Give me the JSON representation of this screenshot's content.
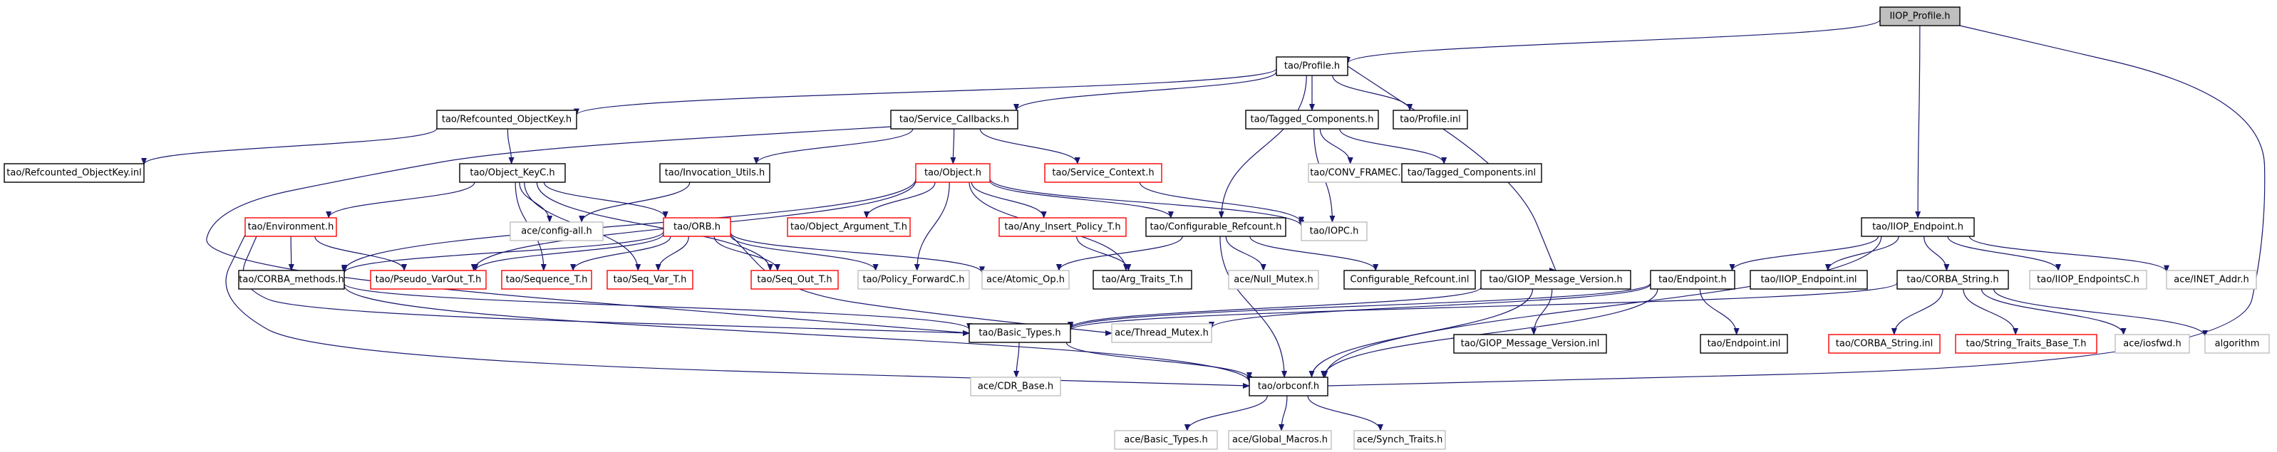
{
  "colors": {
    "background": "#ffffff",
    "edge": "#191970",
    "text_normal": "#000000",
    "border_normal": "#000000",
    "border_truncated": "#ff0000",
    "border_leaf": "#bfbfbf",
    "fill_root": "#bfbfbf",
    "fill_default": "#ffffff"
  },
  "nodes": [
    {
      "id": "n_iiop_profile",
      "label": "IIOP_Profile.h",
      "kind": "root"
    },
    {
      "id": "n_profile",
      "label": "tao/Profile.h",
      "kind": "normal"
    },
    {
      "id": "n_refcounted_objkey",
      "label": "tao/Refcounted_ObjectKey.h",
      "kind": "normal"
    },
    {
      "id": "n_service_callbacks",
      "label": "tao/Service_Callbacks.h",
      "kind": "normal"
    },
    {
      "id": "n_tagged_components",
      "label": "tao/Tagged_Components.h",
      "kind": "normal"
    },
    {
      "id": "n_profile_inl",
      "label": "tao/Profile.inl",
      "kind": "normal"
    },
    {
      "id": "n_refcounted_objkey_inl",
      "label": "tao/Refcounted_ObjectKey.inl",
      "kind": "normal"
    },
    {
      "id": "n_object_keyc",
      "label": "tao/Object_KeyC.h",
      "kind": "normal"
    },
    {
      "id": "n_invocation_utils",
      "label": "tao/Invocation_Utils.h",
      "kind": "normal"
    },
    {
      "id": "n_object",
      "label": "tao/Object.h",
      "kind": "truncated"
    },
    {
      "id": "n_service_context",
      "label": "tao/Service_Context.h",
      "kind": "truncated"
    },
    {
      "id": "n_conv_framec",
      "label": "tao/CONV_FRAMEC.h",
      "kind": "leaf"
    },
    {
      "id": "n_tagged_components_inl",
      "label": "tao/Tagged_Components.inl",
      "kind": "normal"
    },
    {
      "id": "n_environment",
      "label": "tao/Environment.h",
      "kind": "truncated"
    },
    {
      "id": "n_config_all",
      "label": "ace/config-all.h",
      "kind": "leaf"
    },
    {
      "id": "n_orb",
      "label": "tao/ORB.h",
      "kind": "truncated"
    },
    {
      "id": "n_object_argument",
      "label": "tao/Object_Argument_T.h",
      "kind": "truncated"
    },
    {
      "id": "n_any_insert",
      "label": "tao/Any_Insert_Policy_T.h",
      "kind": "truncated"
    },
    {
      "id": "n_configurable_refcount",
      "label": "tao/Configurable_Refcount.h",
      "kind": "normal"
    },
    {
      "id": "n_iopc",
      "label": "tao/IOPC.h",
      "kind": "leaf"
    },
    {
      "id": "n_corba_methods",
      "label": "tao/CORBA_methods.h",
      "kind": "normal"
    },
    {
      "id": "n_pseudo_varout",
      "label": "tao/Pseudo_VarOut_T.h",
      "kind": "truncated"
    },
    {
      "id": "n_sequence",
      "label": "tao/Sequence_T.h",
      "kind": "truncated"
    },
    {
      "id": "n_seq_var",
      "label": "tao/Seq_Var_T.h",
      "kind": "truncated"
    },
    {
      "id": "n_seq_out",
      "label": "tao/Seq_Out_T.h",
      "kind": "truncated"
    },
    {
      "id": "n_policy_forwardc",
      "label": "tao/Policy_ForwardC.h",
      "kind": "leaf"
    },
    {
      "id": "n_atomic_op",
      "label": "ace/Atomic_Op.h",
      "kind": "leaf"
    },
    {
      "id": "n_arg_traits",
      "label": "tao/Arg_Traits_T.h",
      "kind": "normal"
    },
    {
      "id": "n_null_mutex",
      "label": "ace/Null_Mutex.h",
      "kind": "leaf"
    },
    {
      "id": "n_configurable_refcount_inl",
      "label": "Configurable_Refcount.inl",
      "kind": "normal"
    },
    {
      "id": "n_giop_msg_version",
      "label": "tao/GIOP_Message_Version.h",
      "kind": "normal"
    },
    {
      "id": "n_iiop_endpoint",
      "label": "tao/IIOP_Endpoint.h",
      "kind": "normal"
    },
    {
      "id": "n_endpoint",
      "label": "tao/Endpoint.h",
      "kind": "normal"
    },
    {
      "id": "n_iiop_endpoint_inl",
      "label": "tao/IIOP_Endpoint.inl",
      "kind": "normal"
    },
    {
      "id": "n_corba_string",
      "label": "tao/CORBA_String.h",
      "kind": "normal"
    },
    {
      "id": "n_iiop_endpointsc",
      "label": "tao/IIOP_EndpointsC.h",
      "kind": "leaf"
    },
    {
      "id": "n_inet_addr",
      "label": "ace/INET_Addr.h",
      "kind": "leaf"
    },
    {
      "id": "n_basic_types",
      "label": "tao/Basic_Types.h",
      "kind": "normal"
    },
    {
      "id": "n_thread_mutex",
      "label": "ace/Thread_Mutex.h",
      "kind": "leaf"
    },
    {
      "id": "n_giop_msg_version_inl",
      "label": "tao/GIOP_Message_Version.inl",
      "kind": "normal"
    },
    {
      "id": "n_endpoint_inl",
      "label": "tao/Endpoint.inl",
      "kind": "normal"
    },
    {
      "id": "n_corba_string_inl",
      "label": "tao/CORBA_String.inl",
      "kind": "truncated"
    },
    {
      "id": "n_string_traits",
      "label": "tao/String_Traits_Base_T.h",
      "kind": "truncated"
    },
    {
      "id": "n_iosfwd",
      "label": "ace/iosfwd.h",
      "kind": "leaf"
    },
    {
      "id": "n_algorithm",
      "label": "algorithm",
      "kind": "leaf"
    },
    {
      "id": "n_cdr_base",
      "label": "ace/CDR_Base.h",
      "kind": "leaf"
    },
    {
      "id": "n_orbconf",
      "label": "tao/orbconf.h",
      "kind": "normal"
    },
    {
      "id": "n_ace_basic_types",
      "label": "ace/Basic_Types.h",
      "kind": "leaf"
    },
    {
      "id": "n_global_macros",
      "label": "ace/Global_Macros.h",
      "kind": "leaf"
    },
    {
      "id": "n_synch_traits",
      "label": "ace/Synch_Traits.h",
      "kind": "leaf"
    }
  ],
  "edges": [
    [
      "n_iiop_profile",
      "n_profile"
    ],
    [
      "n_iiop_profile",
      "n_iiop_endpoint"
    ],
    [
      "n_iiop_profile",
      "n_orbconf"
    ],
    [
      "n_profile",
      "n_refcounted_objkey"
    ],
    [
      "n_profile",
      "n_service_callbacks"
    ],
    [
      "n_profile",
      "n_tagged_components"
    ],
    [
      "n_profile",
      "n_profile_inl"
    ],
    [
      "n_profile",
      "n_configurable_refcount"
    ],
    [
      "n_profile",
      "n_giop_msg_version"
    ],
    [
      "n_refcounted_objkey",
      "n_refcounted_objkey_inl"
    ],
    [
      "n_refcounted_objkey",
      "n_object_keyc"
    ],
    [
      "n_service_callbacks",
      "n_object"
    ],
    [
      "n_service_callbacks",
      "n_invocation_utils"
    ],
    [
      "n_service_callbacks",
      "n_service_context"
    ],
    [
      "n_service_callbacks",
      "n_basic_types"
    ],
    [
      "n_tagged_components",
      "n_conv_framec"
    ],
    [
      "n_tagged_components",
      "n_iopc"
    ],
    [
      "n_tagged_components",
      "n_tagged_components_inl"
    ],
    [
      "n_object_keyc",
      "n_environment"
    ],
    [
      "n_object_keyc",
      "n_config_all"
    ],
    [
      "n_object_keyc",
      "n_orb"
    ],
    [
      "n_object_keyc",
      "n_sequence"
    ],
    [
      "n_object_keyc",
      "n_seq_var"
    ],
    [
      "n_object_keyc",
      "n_seq_out"
    ],
    [
      "n_invocation_utils",
      "n_config_all"
    ],
    [
      "n_object",
      "n_object_argument"
    ],
    [
      "n_object",
      "n_any_insert"
    ],
    [
      "n_object",
      "n_configurable_refcount"
    ],
    [
      "n_object",
      "n_iopc"
    ],
    [
      "n_object",
      "n_corba_methods"
    ],
    [
      "n_object",
      "n_pseudo_varout"
    ],
    [
      "n_object",
      "n_policy_forwardc"
    ],
    [
      "n_object",
      "n_arg_traits"
    ],
    [
      "n_service_context",
      "n_iopc"
    ],
    [
      "n_environment",
      "n_corba_methods"
    ],
    [
      "n_environment",
      "n_pseudo_varout"
    ],
    [
      "n_environment",
      "n_basic_types"
    ],
    [
      "n_environment",
      "n_orbconf"
    ],
    [
      "n_orb",
      "n_corba_methods"
    ],
    [
      "n_orb",
      "n_pseudo_varout"
    ],
    [
      "n_orb",
      "n_sequence"
    ],
    [
      "n_orb",
      "n_seq_var"
    ],
    [
      "n_orb",
      "n_seq_out"
    ],
    [
      "n_orb",
      "n_policy_forwardc"
    ],
    [
      "n_orb",
      "n_atomic_op"
    ],
    [
      "n_orb",
      "n_thread_mutex"
    ],
    [
      "n_any_insert",
      "n_arg_traits"
    ],
    [
      "n_configurable_refcount",
      "n_atomic_op"
    ],
    [
      "n_configurable_refcount",
      "n_null_mutex"
    ],
    [
      "n_configurable_refcount",
      "n_configurable_refcount_inl"
    ],
    [
      "n_configurable_refcount",
      "n_orbconf"
    ],
    [
      "n_corba_methods",
      "n_basic_types"
    ],
    [
      "n_corba_methods",
      "n_orbconf"
    ],
    [
      "n_giop_msg_version",
      "n_giop_msg_version_inl"
    ],
    [
      "n_giop_msg_version",
      "n_basic_types"
    ],
    [
      "n_giop_msg_version",
      "n_orbconf"
    ],
    [
      "n_iiop_endpoint",
      "n_endpoint"
    ],
    [
      "n_iiop_endpoint",
      "n_iiop_endpoint_inl"
    ],
    [
      "n_iiop_endpoint",
      "n_corba_string"
    ],
    [
      "n_iiop_endpoint",
      "n_iiop_endpointsc"
    ],
    [
      "n_iiop_endpoint",
      "n_inet_addr"
    ],
    [
      "n_iiop_endpoint",
      "n_orbconf"
    ],
    [
      "n_endpoint",
      "n_basic_types"
    ],
    [
      "n_endpoint",
      "n_thread_mutex"
    ],
    [
      "n_endpoint",
      "n_endpoint_inl"
    ],
    [
      "n_endpoint",
      "n_orbconf"
    ],
    [
      "n_corba_string",
      "n_basic_types"
    ],
    [
      "n_corba_string",
      "n_corba_string_inl"
    ],
    [
      "n_corba_string",
      "n_string_traits"
    ],
    [
      "n_corba_string",
      "n_iosfwd"
    ],
    [
      "n_corba_string",
      "n_algorithm"
    ],
    [
      "n_basic_types",
      "n_cdr_base"
    ],
    [
      "n_basic_types",
      "n_orbconf"
    ],
    [
      "n_orbconf",
      "n_ace_basic_types"
    ],
    [
      "n_orbconf",
      "n_global_macros"
    ],
    [
      "n_orbconf",
      "n_synch_traits"
    ]
  ]
}
